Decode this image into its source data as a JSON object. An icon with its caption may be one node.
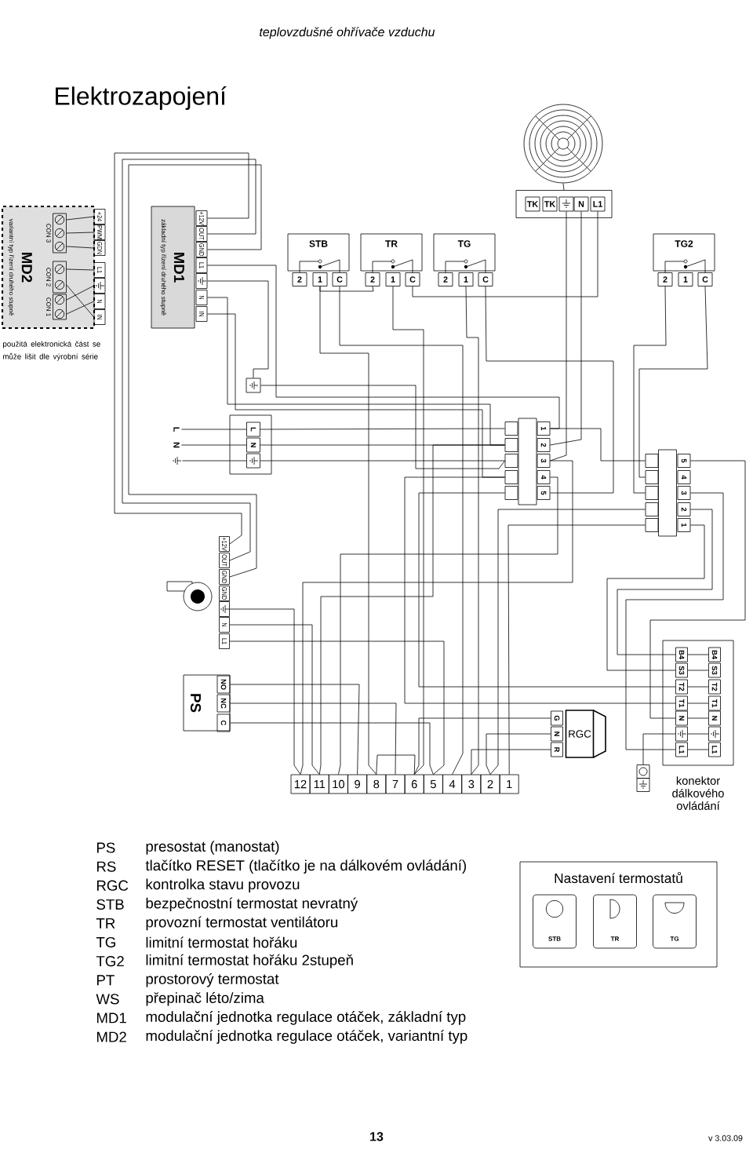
{
  "diagram": {
    "title": "Elektrozapojení",
    "nodes": [
      {
        "text": [
          "MD2",
          "variantní typ řízení druhého stupně"
        ]
      },
      {
        "text": [],
        "shape": "box",
        "beside": [
          "CON 3"
        ],
        "in": 0
      },
      {
        "text": [],
        "shape": "box",
        "beside": [
          "CON 2"
        ],
        "in": 0
      },
      {
        "text": [],
        "shape": "box",
        "beside": [
          "CON 1"
        ],
        "in": 0
      },
      {
        "text": [
          "+24"
        ]
      },
      {
        "text": [
          "PWM"
        ]
      },
      {
        "text": [
          "GDN"
        ]
      },
      {
        "text": [
          "L1"
        ]
      },
      {
        "text": [],
        "shape": "box"
      },
      {
        "text": [
          "N"
        ]
      },
      {
        "text": [
          "IN"
        ]
      },
      {
        "text": [
          "MD1",
          "základní typ řízení druhého stupně"
        ]
      },
      {
        "text": [
          "+12V"
        ]
      },
      {
        "text": [
          "OUT"
        ]
      },
      {
        "text": [
          "GND"
        ]
      },
      {
        "text": [
          "L1"
        ]
      },
      {
        "text": [],
        "shape": "box"
      },
      {
        "text": [
          "N"
        ]
      },
      {
        "text": [
          "IN"
        ]
      },
      {
        "text": [],
        "shape": "picture"
      },
      {
        "text": [],
        "shape": "box"
      },
      {
        "text": [
          "TK"
        ],
        "in": 20
      },
      {
        "text": [
          "TK"
        ],
        "in": 20
      },
      {
        "text": [],
        "shape": "box",
        "in": 20
      },
      {
        "text": [
          "N"
        ],
        "in": 20
      },
      {
        "text": [
          "L1"
        ],
        "in": 20
      },
      {
        "text": [
          "STB"
        ]
      },
      {
        "text": [
          "2"
        ]
      },
      {
        "text": [
          "1"
        ]
      },
      {
        "text": [
          "C"
        ]
      },
      {
        "text": [
          "TR"
        ]
      },
      {
        "text": [
          "2"
        ]
      },
      {
        "text": [
          "1"
        ]
      },
      {
        "text": [
          "C"
        ]
      },
      {
        "text": [
          "TG"
        ]
      },
      {
        "text": [
          "2"
        ]
      },
      {
        "text": [
          "1"
        ]
      },
      {
        "text": [
          "C"
        ]
      },
      {
        "text": [
          "TG2"
        ]
      },
      {
        "text": [
          "2"
        ]
      },
      {
        "text": [
          "1"
        ]
      },
      {
        "text": [
          "C"
        ]
      },
      {
        "text": [],
        "shape": "box"
      },
      {
        "text": [
          "L"
        ]
      },
      {
        "text": [
          "N"
        ]
      },
      {
        "text": [],
        "shape": "symbol"
      },
      {
        "text": [],
        "shape": "box"
      },
      {
        "text": [
          "L"
        ],
        "in": 46
      },
      {
        "text": [
          "N"
        ],
        "in": 46
      },
      {
        "text": [],
        "shape": "box",
        "in": 46
      },
      {
        "text": [],
        "shape": "bar"
      },
      {
        "text": [],
        "shape": "box"
      },
      {
        "text": [],
        "shape": "box"
      },
      {
        "text": [],
        "shape": "box"
      },
      {
        "text": [],
        "shape": "box"
      },
      {
        "text": [],
        "shape": "box"
      },
      {
        "text": [
          "1"
        ]
      },
      {
        "text": [
          "2"
        ]
      },
      {
        "text": [
          "3"
        ]
      },
      {
        "text": [
          "4"
        ]
      },
      {
        "text": [
          "5"
        ]
      },
      {
        "text": [],
        "shape": "bar"
      },
      {
        "text": [],
        "shape": "box"
      },
      {
        "text": [],
        "shape": "box"
      },
      {
        "text": [],
        "shape": "box"
      },
      {
        "text": [],
        "shape": "box"
      },
      {
        "text": [],
        "shape": "box"
      },
      {
        "text": [
          "5"
        ]
      },
      {
        "text": [
          "4"
        ]
      },
      {
        "text": [
          "3"
        ]
      },
      {
        "text": [
          "2"
        ]
      },
      {
        "text": [
          "1"
        ]
      },
      {
        "text": [],
        "shape": "picture"
      },
      {
        "text": [
          "+12V"
        ]
      },
      {
        "text": [
          "OUT"
        ]
      },
      {
        "text": [
          "GND"
        ]
      },
      {
        "text": [
          "GND"
        ]
      },
      {
        "text": [],
        "shape": "box"
      },
      {
        "text": [
          "N"
        ]
      },
      {
        "text": [
          "L1"
        ]
      },
      {
        "text": [
          "PS"
        ]
      },
      {
        "text": [
          "NO"
        ],
        "in": 80
      },
      {
        "text": [
          "NC"
        ],
        "in": 80
      },
      {
        "text": [
          "C"
        ],
        "in": 80
      },
      {
        "text": [
          "G"
        ]
      },
      {
        "text": [
          "N"
        ]
      },
      {
        "text": [
          "R"
        ]
      },
      {
        "text": [
          "RGC"
        ]
      },
      {
        "text": [],
        "shape": "box",
        "beside": [
          "konektor dálkového ovládání"
        ]
      },
      {
        "text": [
          "B4"
        ],
        "in": 88
      },
      {
        "text": [
          "S3"
        ],
        "in": 88
      },
      {
        "text": [
          "T2"
        ],
        "in": 88
      },
      {
        "text": [
          "T1"
        ],
        "in": 88
      },
      {
        "text": [
          "N"
        ],
        "in": 88
      },
      {
        "text": [],
        "shape": "box",
        "in": 88
      },
      {
        "text": [
          "L1"
        ],
        "in": 88
      },
      {
        "text": [
          "B4"
        ],
        "in": 88
      },
      {
        "text": [
          "S3"
        ],
        "in": 88
      },
      {
        "text": [
          "T2"
        ],
        "in": 88
      },
      {
        "text": [
          "T1"
        ],
        "in": 88
      },
      {
        "text": [
          "N"
        ],
        "in": 88
      },
      {
        "text": [],
        "shape": "box",
        "in": 88
      },
      {
        "text": [
          "L1"
        ],
        "in": 88
      },
      {
        "text": [],
        "shape": "box"
      },
      {
        "text": [],
        "shape": "box"
      },
      {
        "text": [
          "12"
        ]
      },
      {
        "text": [
          "11"
        ]
      },
      {
        "text": [
          "10"
        ]
      },
      {
        "text": [
          "9"
        ]
      },
      {
        "text": [
          "8"
        ]
      },
      {
        "text": [
          "7"
        ]
      },
      {
        "text": [
          "6"
        ]
      },
      {
        "text": [
          "5"
        ]
      },
      {
        "text": [
          "4"
        ]
      },
      {
        "text": [
          "3"
        ]
      },
      {
        "text": [
          "2"
        ]
      },
      {
        "text": [
          "1"
        ]
      },
      {
        "text": [
          "Nastavení termostatů"
        ]
      },
      {
        "text": [
          "STB"
        ],
        "in": 117
      },
      {
        "text": [
          "TR"
        ],
        "in": 117
      },
      {
        "text": [
          "TG"
        ],
        "in": 117
      }
    ],
    "edges": [
      {
        "from": 1,
        "to": 4,
        "arrow": "none"
      },
      {
        "from": 1,
        "to": 5,
        "arrow": "none"
      },
      {
        "from": 1,
        "to": 6,
        "arrow": "none"
      },
      {
        "from": 2,
        "to": 7,
        "arrow": "none"
      },
      {
        "from": 2,
        "to": 10,
        "arrow": "none"
      },
      {
        "from": 3,
        "to": 8,
        "arrow": "none"
      },
      {
        "from": 3,
        "to": 9,
        "arrow": "none"
      },
      {
        "from": 12,
        "to": 73,
        "arrow": "none"
      },
      {
        "from": 13,
        "to": 74,
        "arrow": "none"
      },
      {
        "from": 14,
        "to": 75,
        "arrow": "none"
      },
      {
        "from": 15,
        "to": 56,
        "arrow": "none"
      },
      {
        "from": 16,
        "to": 42,
        "arrow": "none"
      },
      {
        "from": 17,
        "to": 52,
        "arrow": "none"
      },
      {
        "from": 18,
        "to": 54,
        "arrow": "none"
      },
      {
        "from": 19,
        "to": 20,
        "arrow": "none"
      },
      {
        "from": 28,
        "to": 31,
        "arrow": "none"
      },
      {
        "from": 33,
        "to": 25,
        "arrow": "none"
      },
      {
        "from": 23,
        "to": 58,
        "arrow": "none"
      },
      {
        "from": 24,
        "to": 57,
        "arrow": "none"
      },
      {
        "from": 28,
        "to": 109,
        "arrow": "none"
      },
      {
        "from": 29,
        "to": 113,
        "arrow": "none"
      },
      {
        "from": 32,
        "to": 111,
        "arrow": "none"
      },
      {
        "from": 36,
        "to": 114,
        "arrow": "none"
      },
      {
        "from": 37,
        "to": 60,
        "arrow": "none"
      },
      {
        "from": 39,
        "to": 64,
        "arrow": "none"
      },
      {
        "from": 41,
        "to": 63,
        "arrow": "none"
      },
      {
        "from": 43,
        "to": 47,
        "arrow": "none"
      },
      {
        "from": 44,
        "to": 48,
        "arrow": "none"
      },
      {
        "from": 45,
        "to": 49,
        "arrow": "none"
      },
      {
        "from": 47,
        "to": 51,
        "arrow": "none"
      },
      {
        "from": 48,
        "to": 52,
        "arrow": "none"
      },
      {
        "from": 49,
        "to": 53,
        "arrow": "none"
      },
      {
        "from": 42,
        "to": 53,
        "arrow": "none"
      },
      {
        "from": 56,
        "to": 62,
        "arrow": "none"
      },
      {
        "from": 59,
        "to": 107,
        "arrow": "none"
      },
      {
        "from": 58,
        "to": 105,
        "arrow": "none"
      },
      {
        "from": 54,
        "to": 92,
        "arrow": "none"
      },
      {
        "from": 55,
        "to": 91,
        "arrow": "none"
      },
      {
        "from": 52,
        "to": 106,
        "arrow": "none"
      },
      {
        "from": 65,
        "to": 115,
        "arrow": "none"
      },
      {
        "from": 66,
        "to": 116,
        "arrow": "none"
      },
      {
        "from": 67,
        "to": 93,
        "arrow": "none"
      },
      {
        "from": 69,
        "to": 95,
        "arrow": "none"
      },
      {
        "from": 70,
        "to": 89,
        "arrow": "none"
      },
      {
        "from": 71,
        "to": 90,
        "arrow": "none"
      },
      {
        "from": 77,
        "to": 105,
        "arrow": "none"
      },
      {
        "from": 78,
        "to": 106,
        "arrow": "none"
      },
      {
        "from": 79,
        "to": 112,
        "arrow": "none"
      },
      {
        "from": 81,
        "to": 108,
        "arrow": "none"
      },
      {
        "from": 82,
        "to": 110,
        "arrow": "none"
      },
      {
        "from": 83,
        "to": 112,
        "arrow": "none"
      },
      {
        "from": 84,
        "to": 111,
        "arrow": "none"
      },
      {
        "from": 85,
        "to": 115,
        "arrow": "none"
      },
      {
        "from": 86,
        "to": 114,
        "arrow": "none"
      },
      {
        "from": 109,
        "to": 111,
        "arrow": "none"
      },
      {
        "from": 89,
        "to": 96,
        "arrow": "none"
      },
      {
        "from": 90,
        "to": 97,
        "arrow": "none"
      },
      {
        "from": 91,
        "to": 98,
        "arrow": "none"
      },
      {
        "from": 92,
        "to": 99,
        "arrow": "none"
      },
      {
        "from": 93,
        "to": 100,
        "arrow": "none"
      },
      {
        "from": 94,
        "to": 101,
        "arrow": "none"
      },
      {
        "from": 95,
        "to": 102,
        "arrow": "none"
      },
      {
        "from": 103,
        "to": 94,
        "arrow": "none"
      }
    ],
    "labels": [
      "teplovzdušné ohřívače vzduchu",
      "použitá elektronická část se může lišit dle výrobní série",
      "PS",
      "presostat (manostat)",
      "RS",
      "tlačítko RESET (tlačítko je na dálkovém ovládání)",
      "RGC",
      "kontrolka stavu provozu",
      "STB",
      "bezpečnostní termostat nevratný",
      "TR",
      "provozní termostat ventilátoru",
      "TG",
      "limitní termostat hořáku",
      "TG2",
      "limitní termostat hořáku 2stupeň",
      "PT",
      "prostorový termostat",
      "WS",
      "přepinač léto/zima",
      "MD1",
      "modulační jednotka regulace otáček, základní typ",
      "MD2",
      "modulační jednotka regulace otáček, variantní typ",
      "13",
      "v 3.03.09"
    ]
  }
}
